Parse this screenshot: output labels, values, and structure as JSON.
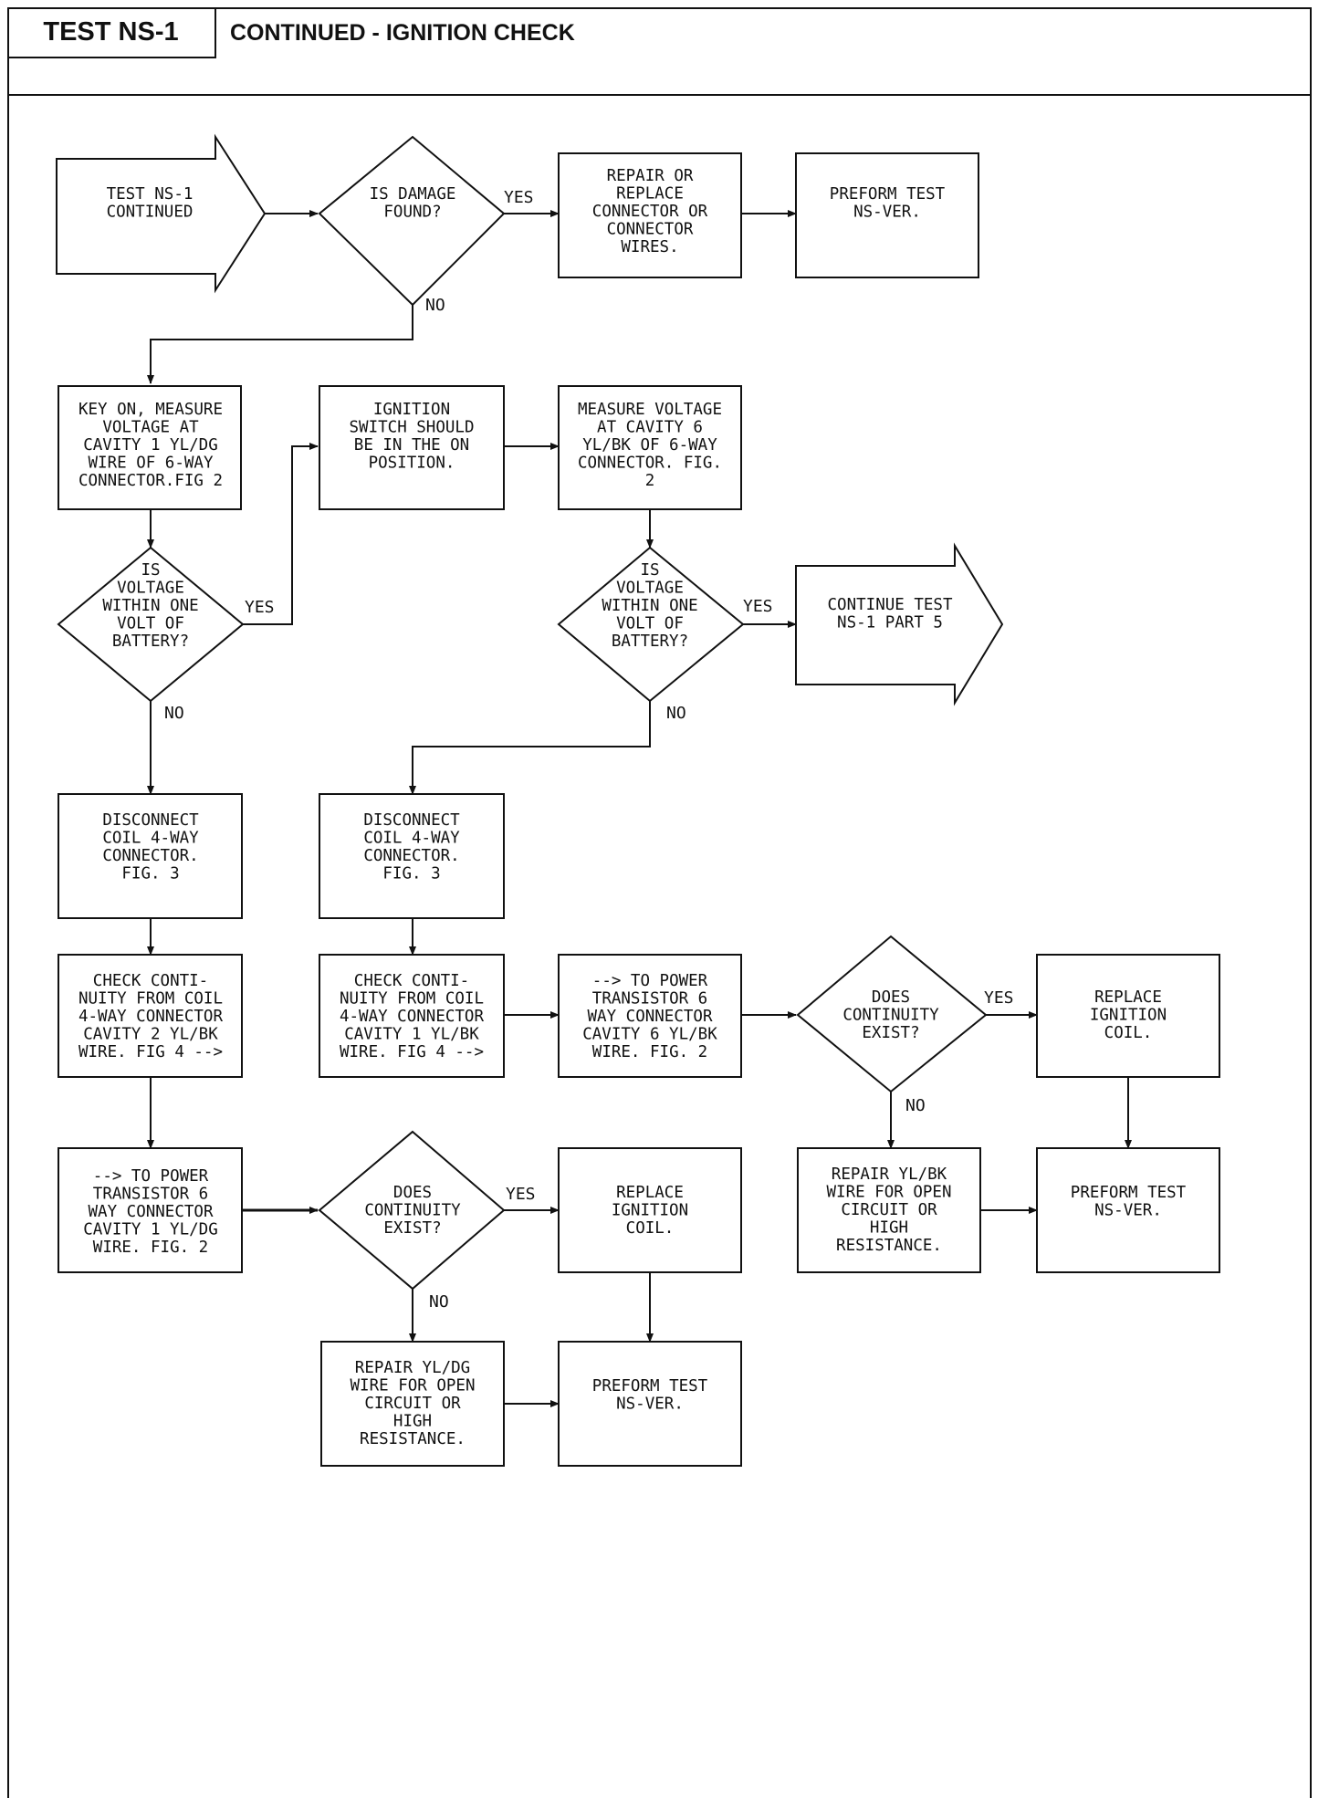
{
  "header": {
    "test_id": "TEST NS-1",
    "title": "CONTINUED - IGNITION CHECK"
  },
  "nodes": {
    "start": [
      "TEST NS-1",
      "CONTINUED"
    ],
    "damage_q": [
      "IS DAMAGE",
      "FOUND?"
    ],
    "repair_connector": [
      "REPAIR OR",
      "REPLACE",
      "CONNECTOR OR",
      "CONNECTOR",
      "WIRES."
    ],
    "perform_ver_1": [
      "PREFORM TEST",
      "NS-VER."
    ],
    "measure_cavity1": [
      "KEY ON, MEASURE",
      "VOLTAGE AT",
      "CAVITY 1 YL/DG",
      "WIRE OF 6-WAY",
      "CONNECTOR.FIG 2"
    ],
    "ignition_switch": [
      "IGNITION",
      "SWITCH SHOULD",
      "BE IN THE ON",
      "POSITION."
    ],
    "measure_cavity6": [
      "MEASURE VOLTAGE",
      "AT CAVITY 6",
      "YL/BK OF 6-WAY",
      "CONNECTOR. FIG.",
      "2"
    ],
    "voltage_q_1": [
      "IS",
      "VOLTAGE",
      "WITHIN ONE",
      "VOLT OF",
      "BATTERY?"
    ],
    "voltage_q_2": [
      "IS",
      "VOLTAGE",
      "WITHIN ONE",
      "VOLT OF",
      "BATTERY?"
    ],
    "continue_part5": [
      "CONTINUE TEST",
      "NS-1 PART 5"
    ],
    "disconnect_coil_1": [
      "DISCONNECT",
      "COIL 4-WAY",
      "CONNECTOR.",
      "FIG. 3"
    ],
    "disconnect_coil_2": [
      "DISCONNECT",
      "COIL 4-WAY",
      "CONNECTOR.",
      "FIG. 3"
    ],
    "check_cont_cavity2": [
      "CHECK CONTI-",
      "NUITY FROM COIL",
      "4-WAY CONNECTOR",
      "CAVITY 2 YL/BK",
      "WIRE. FIG 4 -->"
    ],
    "check_cont_cavity1": [
      "CHECK CONTI-",
      "NUITY FROM COIL",
      "4-WAY CONNECTOR",
      "CAVITY 1 YL/BK",
      "WIRE. FIG 4 -->"
    ],
    "to_transistor_cavity6": [
      "--> TO POWER",
      "TRANSISTOR 6",
      "WAY CONNECTOR",
      "CAVITY 6 YL/BK",
      "WIRE. FIG. 2"
    ],
    "continuity_q_right": [
      "DOES",
      "CONTINUITY",
      "EXIST?"
    ],
    "replace_coil_right": [
      "REPLACE",
      "IGNITION",
      "COIL."
    ],
    "to_transistor_cavity1": [
      "--> TO POWER",
      "TRANSISTOR 6",
      "WAY CONNECTOR",
      "CAVITY 1 YL/DG",
      "WIRE. FIG. 2"
    ],
    "continuity_q_left": [
      "DOES",
      "CONTINUITY",
      "EXIST?"
    ],
    "replace_coil_left": [
      "REPLACE",
      "IGNITION",
      "COIL."
    ],
    "repair_ylbk": [
      "REPAIR YL/BK",
      "WIRE FOR OPEN",
      "CIRCUIT OR",
      "HIGH",
      "RESISTANCE."
    ],
    "perform_ver_2": [
      "PREFORM TEST",
      "NS-VER."
    ],
    "repair_yldg": [
      "REPAIR YL/DG",
      "WIRE FOR OPEN",
      "CIRCUIT OR",
      "HIGH",
      "RESISTANCE."
    ],
    "perform_ver_3": [
      "PREFORM TEST",
      "NS-VER."
    ]
  },
  "edge_labels": {
    "yes": "YES",
    "no": "NO"
  }
}
